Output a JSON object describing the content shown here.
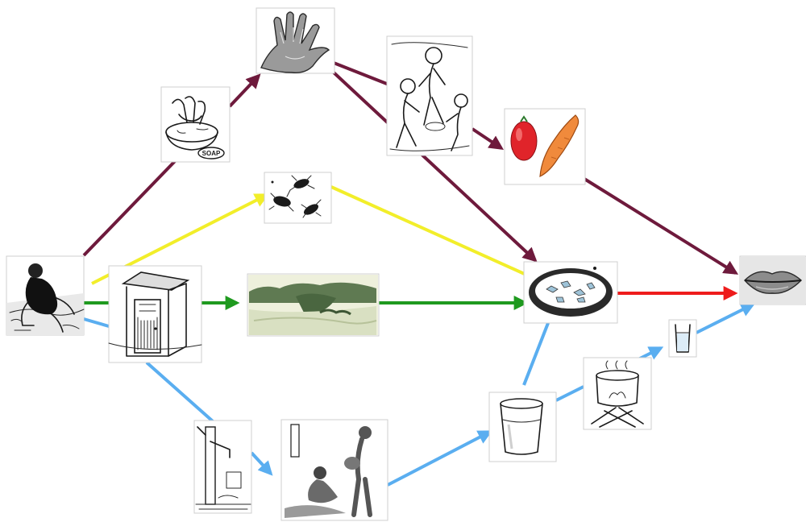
{
  "legend_colors": {
    "hands": "#6e1a3c",
    "flies": "#f2ee2a",
    "fields": "#1f9a1f",
    "water": "#5aaef0",
    "ingestion": "#ee1c1c"
  },
  "nodes": [
    {
      "id": "source",
      "icon": "person-defecating-icon"
    },
    {
      "id": "latrine",
      "icon": "latrine-icon"
    },
    {
      "id": "handwashing",
      "icon": "handwashing-basin-soap-icon"
    },
    {
      "id": "hand",
      "icon": "hand-icon"
    },
    {
      "id": "children",
      "icon": "children-eating-icon"
    },
    {
      "id": "flies",
      "icon": "flies-icon"
    },
    {
      "id": "fields",
      "icon": "fields-icon"
    },
    {
      "id": "vegetables",
      "icon": "tomato-carrot-icon"
    },
    {
      "id": "food",
      "icon": "food-plate-icon"
    },
    {
      "id": "mouth",
      "icon": "mouth-icon"
    },
    {
      "id": "pump",
      "icon": "water-pump-icon"
    },
    {
      "id": "water_fetching",
      "icon": "women-fetching-water-icon"
    },
    {
      "id": "cup",
      "icon": "water-cup-icon"
    },
    {
      "id": "boiling",
      "icon": "boiling-pot-icon"
    },
    {
      "id": "clean_glass",
      "icon": "drinking-glass-icon"
    }
  ],
  "edges": [
    {
      "from": "source",
      "to": "handwashing",
      "route": "hands"
    },
    {
      "from": "handwashing",
      "to": "hand",
      "route": "hands"
    },
    {
      "from": "hand",
      "to": "children",
      "route": "hands"
    },
    {
      "from": "children",
      "to": "vegetables",
      "route": "hands"
    },
    {
      "from": "hand",
      "to": "food",
      "route": "hands"
    },
    {
      "from": "vegetables",
      "to": "mouth",
      "route": "hands"
    },
    {
      "from": "source",
      "to": "flies",
      "route": "flies"
    },
    {
      "from": "flies",
      "to": "food",
      "route": "flies"
    },
    {
      "from": "source",
      "to": "latrine",
      "route": "fields"
    },
    {
      "from": "latrine",
      "to": "fields",
      "route": "fields"
    },
    {
      "from": "fields",
      "to": "food",
      "route": "fields"
    },
    {
      "from": "source",
      "to": "latrine",
      "route": "water"
    },
    {
      "from": "latrine",
      "to": "pump",
      "route": "water"
    },
    {
      "from": "pump",
      "to": "water_fetching",
      "route": "water"
    },
    {
      "from": "water_fetching",
      "to": "cup",
      "route": "water"
    },
    {
      "from": "cup",
      "to": "food",
      "route": "water"
    },
    {
      "from": "cup",
      "to": "boiling",
      "route": "water"
    },
    {
      "from": "boiling",
      "to": "clean_glass",
      "route": "water"
    },
    {
      "from": "clean_glass",
      "to": "mouth",
      "route": "water"
    },
    {
      "from": "food",
      "to": "mouth",
      "route": "ingestion"
    }
  ],
  "labels": {
    "soap": "SOAP"
  }
}
